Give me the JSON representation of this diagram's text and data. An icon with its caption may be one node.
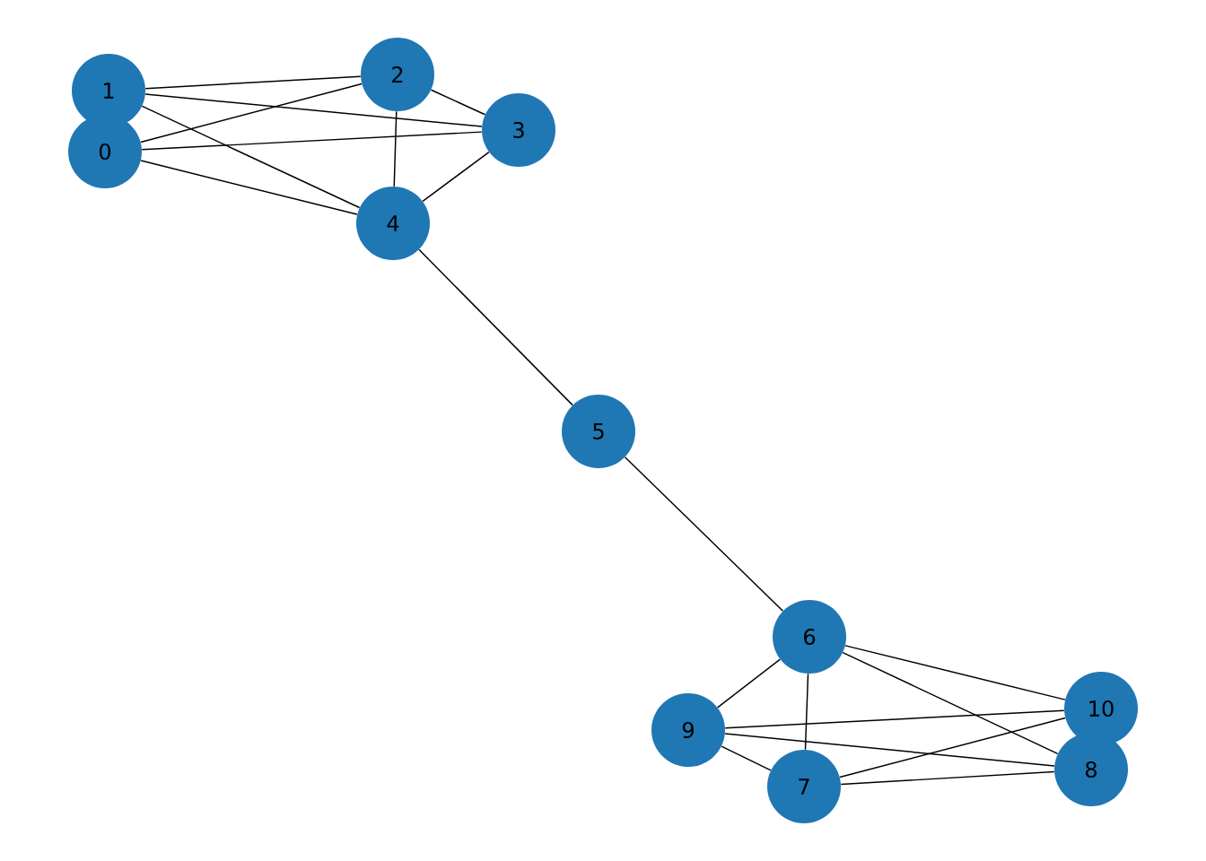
{
  "diagram": {
    "nodes": [
      {
        "text": [
          "0"
        ]
      },
      {
        "text": [
          "1"
        ]
      },
      {
        "text": [
          "2"
        ]
      },
      {
        "text": [
          "3"
        ]
      },
      {
        "text": [
          "4"
        ]
      },
      {
        "text": [
          "5"
        ]
      },
      {
        "text": [
          "6"
        ]
      },
      {
        "text": [
          "7"
        ]
      },
      {
        "text": [
          "8"
        ]
      },
      {
        "text": [
          "9"
        ]
      },
      {
        "text": [
          "10"
        ]
      }
    ],
    "edges": [
      {
        "from": 0,
        "to": 2,
        "arrow": "none"
      },
      {
        "from": 0,
        "to": 3,
        "arrow": "none"
      },
      {
        "from": 0,
        "to": 4,
        "arrow": "none"
      },
      {
        "from": 1,
        "to": 2,
        "arrow": "none"
      },
      {
        "from": 1,
        "to": 3,
        "arrow": "none"
      },
      {
        "from": 1,
        "to": 4,
        "arrow": "none"
      },
      {
        "from": 2,
        "to": 3,
        "arrow": "none"
      },
      {
        "from": 2,
        "to": 4,
        "arrow": "none"
      },
      {
        "from": 3,
        "to": 4,
        "arrow": "none"
      },
      {
        "from": 4,
        "to": 5,
        "arrow": "none"
      },
      {
        "from": 5,
        "to": 6,
        "arrow": "none"
      },
      {
        "from": 6,
        "to": 7,
        "arrow": "none"
      },
      {
        "from": 6,
        "to": 8,
        "arrow": "none"
      },
      {
        "from": 6,
        "to": 9,
        "arrow": "none"
      },
      {
        "from": 6,
        "to": 10,
        "arrow": "none"
      },
      {
        "from": 7,
        "to": 8,
        "arrow": "none"
      },
      {
        "from": 7,
        "to": 9,
        "arrow": "none"
      },
      {
        "from": 7,
        "to": 10,
        "arrow": "none"
      },
      {
        "from": 8,
        "to": 9,
        "arrow": "none"
      },
      {
        "from": 9,
        "to": 10,
        "arrow": "none"
      }
    ]
  }
}
